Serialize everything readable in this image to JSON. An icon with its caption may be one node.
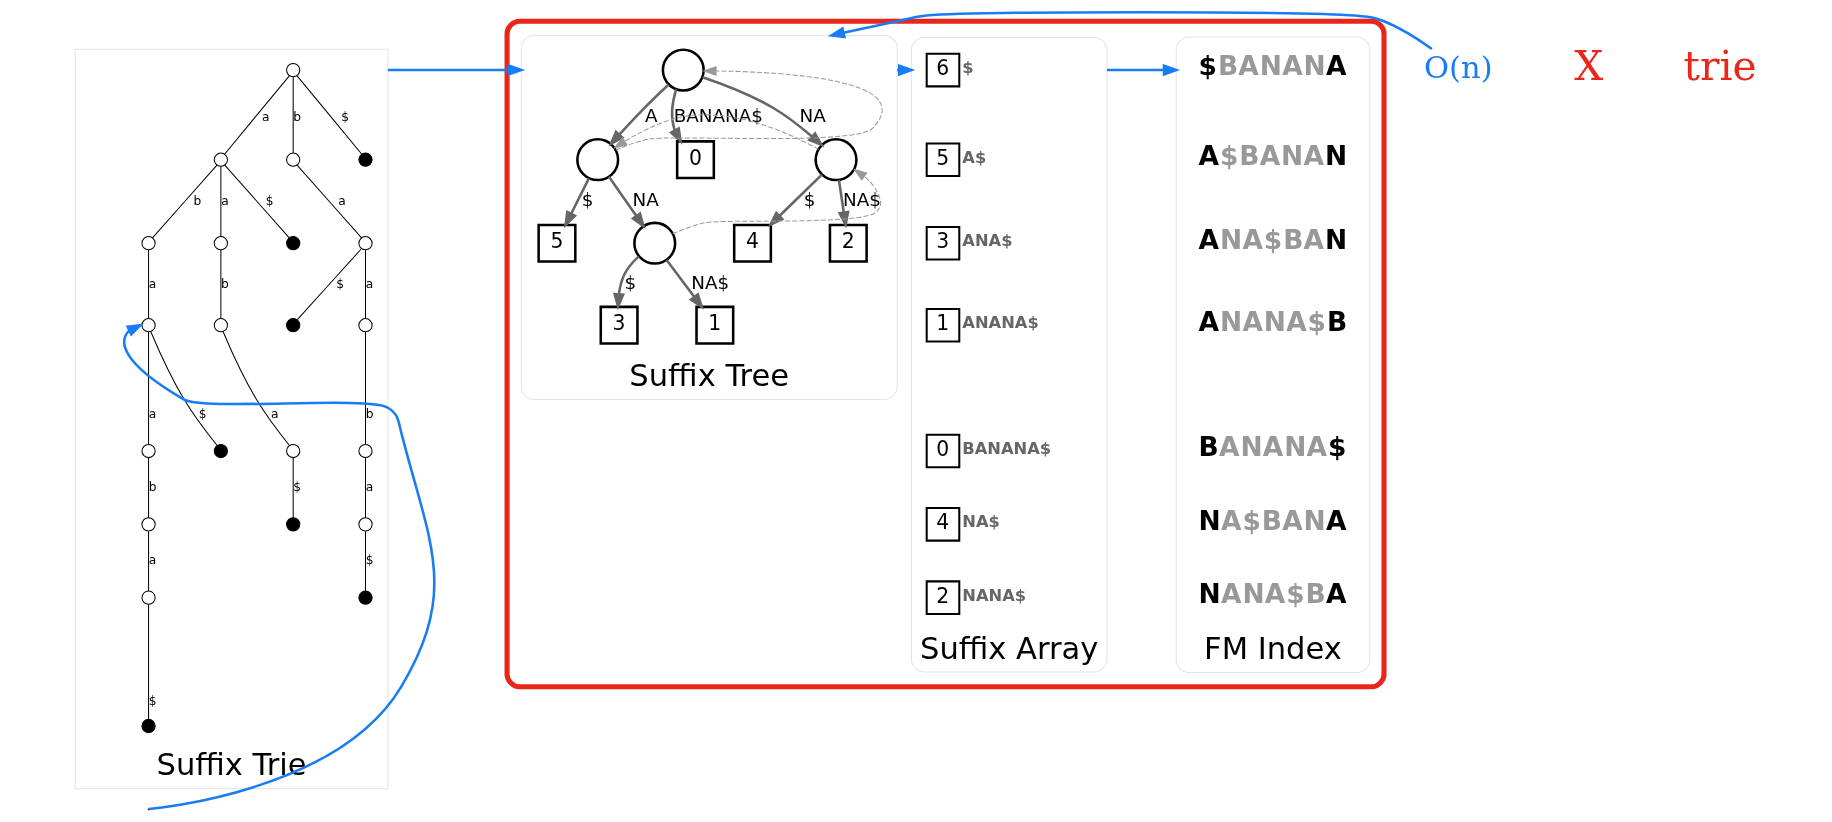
{
  "diagram": {
    "nodes": [
      {
        "text": [
          "Suffix Trie"
        ]
      },
      {
        "text": [],
        "shape": "circle",
        "in": 0
      },
      {
        "text": [],
        "shape": "circle",
        "in": 0
      },
      {
        "text": [],
        "shape": "circle",
        "in": 0
      },
      {
        "text": [],
        "shape": "dot",
        "in": 0
      },
      {
        "text": [],
        "shape": "circle",
        "in": 0
      },
      {
        "text": [],
        "shape": "circle",
        "in": 0
      },
      {
        "text": [],
        "shape": "dot",
        "in": 0
      },
      {
        "text": [],
        "shape": "circle",
        "in": 0
      },
      {
        "text": [],
        "shape": "circle",
        "in": 0
      },
      {
        "text": [],
        "shape": "circle",
        "in": 0
      },
      {
        "text": [],
        "shape": "dot",
        "in": 0
      },
      {
        "text": [],
        "shape": "circle",
        "in": 0
      },
      {
        "text": [],
        "shape": "circle",
        "in": 0
      },
      {
        "text": [],
        "shape": "dot",
        "in": 0
      },
      {
        "text": [],
        "shape": "circle",
        "in": 0
      },
      {
        "text": [],
        "shape": "circle",
        "in": 0
      },
      {
        "text": [],
        "shape": "circle",
        "in": 0
      },
      {
        "text": [],
        "shape": "dot",
        "in": 0
      },
      {
        "text": [],
        "shape": "circle",
        "in": 0
      },
      {
        "text": [],
        "shape": "circle",
        "in": 0
      },
      {
        "text": [],
        "shape": "dot",
        "in": 0
      },
      {
        "text": [],
        "shape": "dot",
        "in": 0
      },
      {
        "text": [],
        "shape": "box"
      },
      {
        "text": [
          "Suffix Tree"
        ],
        "in": 23
      },
      {
        "text": [],
        "shape": "circle",
        "in": 24
      },
      {
        "text": [],
        "shape": "circle",
        "in": 24
      },
      {
        "text": [
          "0"
        ],
        "in": 24
      },
      {
        "text": [],
        "shape": "circle",
        "in": 24
      },
      {
        "text": [
          "5"
        ],
        "in": 24
      },
      {
        "text": [],
        "shape": "circle",
        "in": 24
      },
      {
        "text": [
          "4"
        ],
        "in": 24
      },
      {
        "text": [
          "2"
        ],
        "in": 24
      },
      {
        "text": [
          "3"
        ],
        "in": 24
      },
      {
        "text": [
          "1"
        ],
        "in": 24
      },
      {
        "text": [
          "Suffix Array"
        ],
        "in": 23
      },
      {
        "text": [
          "6"
        ],
        "beside": [
          "$"
        ],
        "in": 35
      },
      {
        "text": [
          "5"
        ],
        "beside": [
          "A$"
        ],
        "in": 35
      },
      {
        "text": [
          "3"
        ],
        "beside": [
          "ANA$"
        ],
        "in": 35
      },
      {
        "text": [
          "1"
        ],
        "beside": [
          "ANANA$"
        ],
        "in": 35
      },
      {
        "text": [
          "0"
        ],
        "beside": [
          "BANANA$"
        ],
        "in": 35
      },
      {
        "text": [
          "4"
        ],
        "beside": [
          "NA$"
        ],
        "in": 35
      },
      {
        "text": [
          "2"
        ],
        "beside": [
          "NANA$"
        ],
        "in": 35
      },
      {
        "text": [
          "FM Index"
        ],
        "in": 23
      },
      {
        "text": [
          "O(n)"
        ]
      }
    ],
    "edges": [
      {
        "from": 1,
        "to": 2,
        "label": "a",
        "arrow": "none"
      },
      {
        "from": 1,
        "to": 3,
        "label": "b",
        "arrow": "none"
      },
      {
        "from": 1,
        "to": 4,
        "label": "$",
        "arrow": "none"
      },
      {
        "from": 2,
        "to": 5,
        "label": "b",
        "arrow": "none"
      },
      {
        "from": 2,
        "to": 6,
        "label": "a",
        "arrow": "none"
      },
      {
        "from": 2,
        "to": 7,
        "label": "$",
        "arrow": "none"
      },
      {
        "from": 3,
        "to": 8,
        "label": "a",
        "arrow": "none"
      },
      {
        "from": 5,
        "to": 9,
        "label": "a",
        "arrow": "none"
      },
      {
        "from": 6,
        "to": 10,
        "label": "b",
        "arrow": "none"
      },
      {
        "from": 8,
        "to": 11,
        "label": "$",
        "arrow": "none"
      },
      {
        "from": 8,
        "to": 12,
        "label": "a",
        "arrow": "none"
      },
      {
        "from": 9,
        "to": 13,
        "label": "a",
        "arrow": "none"
      },
      {
        "from": 9,
        "to": 14,
        "label": "$",
        "arrow": "none"
      },
      {
        "from": 10,
        "to": 15,
        "label": "a",
        "arrow": "none"
      },
      {
        "from": 12,
        "to": 16,
        "label": "b",
        "arrow": "none"
      },
      {
        "from": 13,
        "to": 17,
        "label": "b",
        "arrow": "none"
      },
      {
        "from": 15,
        "to": 18,
        "label": "$",
        "arrow": "none"
      },
      {
        "from": 16,
        "to": 19,
        "label": "a",
        "arrow": "none"
      },
      {
        "from": 17,
        "to": 20,
        "label": "a",
        "arrow": "none"
      },
      {
        "from": 19,
        "to": 21,
        "label": "$",
        "arrow": "none"
      },
      {
        "from": 20,
        "to": 22,
        "label": "$",
        "arrow": "none"
      },
      {
        "from": 25,
        "to": 26,
        "label": "A",
        "arrow": "to",
        "color": "#666666"
      },
      {
        "from": 25,
        "to": 27,
        "label": "BANANA$",
        "arrow": "to",
        "color": "#666666"
      },
      {
        "from": 25,
        "to": 28,
        "label": "NA",
        "arrow": "to",
        "color": "#666666"
      },
      {
        "from": 26,
        "to": 29,
        "label": "$",
        "arrow": "to",
        "color": "#666666"
      },
      {
        "from": 26,
        "to": 30,
        "label": "NA",
        "arrow": "to",
        "color": "#666666"
      },
      {
        "from": 28,
        "to": 31,
        "label": "$",
        "arrow": "to",
        "color": "#666666"
      },
      {
        "from": 28,
        "to": 32,
        "label": "NA$",
        "arrow": "to",
        "color": "#666666"
      },
      {
        "from": 30,
        "to": 33,
        "label": "$",
        "arrow": "to",
        "color": "#666666"
      },
      {
        "from": 30,
        "to": 34,
        "label": "NA$",
        "arrow": "to",
        "color": "#666666"
      },
      {
        "from": 26,
        "to": 25,
        "arrow": "to",
        "style": "dashed",
        "color": "#999999"
      },
      {
        "from": 28,
        "to": 26,
        "arrow": "to",
        "style": "dashed",
        "color": "#999999"
      },
      {
        "from": 30,
        "to": 28,
        "arrow": "to",
        "style": "dashed",
        "color": "#999999"
      },
      {
        "from": 44,
        "to": 24,
        "arrow": "to",
        "color": "#1a7cf5"
      },
      {
        "from": 0,
        "to": 24,
        "arrow": "to",
        "color": "#1a7cf5"
      },
      {
        "from": 24,
        "to": 35,
        "arrow": "to",
        "color": "#1a7cf5"
      },
      {
        "from": 35,
        "to": 43,
        "arrow": "to",
        "color": "#1a7cf5"
      },
      {
        "from": null,
        "to": 9,
        "arrow": "to",
        "color": "#1a7cf5"
      }
    ],
    "labels": [
      "$BANANA",
      "A$BANAN",
      "ANA$BAN",
      "ANANA$B",
      "BANANA$",
      "NA$BANA",
      "NANA$BA",
      "X",
      "trie"
    ]
  }
}
